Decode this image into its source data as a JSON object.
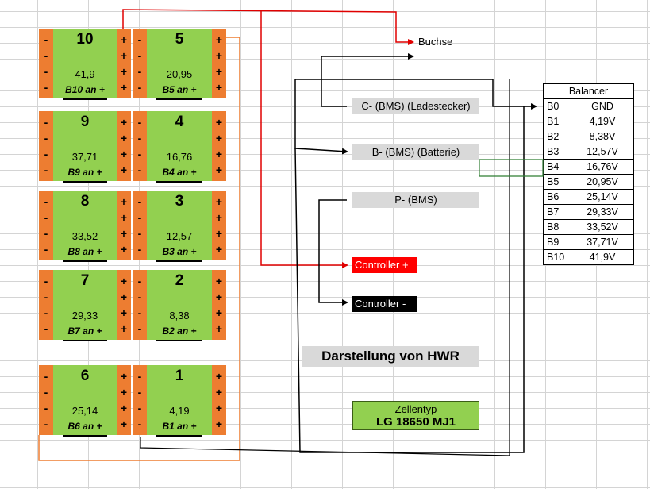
{
  "cells_left": [
    {
      "num": "10",
      "val": "41,9",
      "bal": "B10 an +"
    },
    {
      "num": "9",
      "val": "37,71",
      "bal": "B9 an +"
    },
    {
      "num": "8",
      "val": "33,52",
      "bal": "B8 an +"
    },
    {
      "num": "7",
      "val": "29,33",
      "bal": "B7 an +"
    },
    {
      "num": "6",
      "val": "25,14",
      "bal": "B6 an +"
    }
  ],
  "cells_right": [
    {
      "num": "5",
      "val": "20,95",
      "bal": "B5 an +"
    },
    {
      "num": "4",
      "val": "16,76",
      "bal": "B4 an +"
    },
    {
      "num": "3",
      "val": "12,57",
      "bal": "B3 an +"
    },
    {
      "num": "2",
      "val": "8,38",
      "bal": "B2 an +"
    },
    {
      "num": "1",
      "val": "4,19",
      "bal": "B1 an +"
    }
  ],
  "signs": {
    "minus": "-",
    "plus": "+"
  },
  "labels": {
    "buchse": "Buchse",
    "c_minus": "C- (BMS) (Ladestecker)",
    "b_minus": "B- (BMS) (Batterie)",
    "p_minus": "P- (BMS)",
    "controller_plus": "Controller +",
    "controller_minus": "Controller -",
    "title": "Darstellung von HWR",
    "zellentyp": "Zellentyp",
    "zellentyp_value": "LG 18650 MJ1"
  },
  "balancer": {
    "title": "Balancer",
    "rows": [
      {
        "k": "B0",
        "v": "GND"
      },
      {
        "k": "B1",
        "v": "4,19V"
      },
      {
        "k": "B2",
        "v": "8,38V"
      },
      {
        "k": "B3",
        "v": "12,57V"
      },
      {
        "k": "B4",
        "v": "16,76V"
      },
      {
        "k": "B5",
        "v": "20,95V"
      },
      {
        "k": "B6",
        "v": "25,14V"
      },
      {
        "k": "B7",
        "v": "29,33V"
      },
      {
        "k": "B8",
        "v": "33,52V"
      },
      {
        "k": "B9",
        "v": "37,71V"
      },
      {
        "k": "B10",
        "v": "41,9V"
      }
    ]
  },
  "colors": {
    "cell_green": "#92d050",
    "terminal_orange": "#ed7d31",
    "wire_red": "#e00000",
    "wire_orange": "#ed7d31",
    "wire_black": "#000000",
    "wire_green": "#2e7d32",
    "label_gray": "#d9d9d9",
    "controller_red": "#ff0000"
  }
}
